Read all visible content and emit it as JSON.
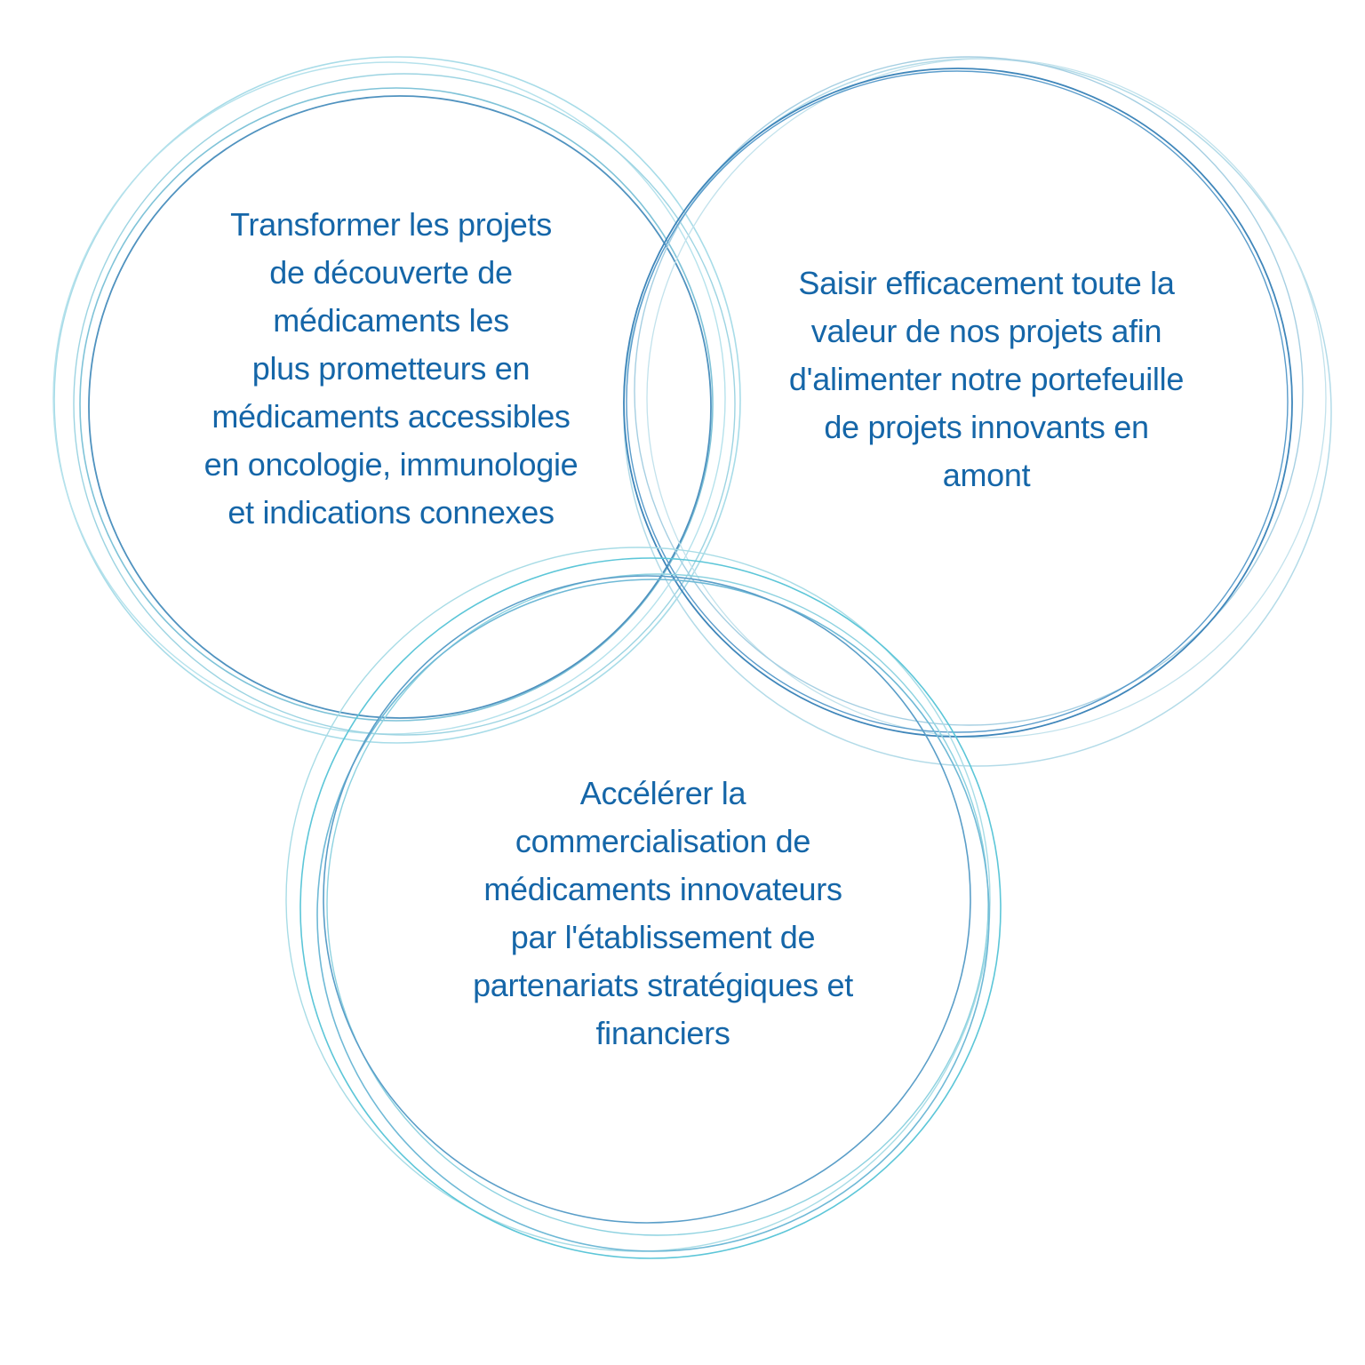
{
  "colors": {
    "text": "#1566a8",
    "stroke_dark": "#4a8fc0",
    "stroke_light": "#9fd6e4",
    "stroke_cyan": "#5cc6d8"
  },
  "circles": [
    {
      "id": "left",
      "lines": [
        "Transformer les projets",
        "de découverte de",
        "médicaments les",
        "plus prometteurs en",
        "médicaments accessibles",
        "en oncologie, immunologie",
        "et indications connexes"
      ]
    },
    {
      "id": "right",
      "lines": [
        "Saisir efficacement toute la",
        "valeur de nos projets afin",
        "d'alimenter notre portefeuille",
        "de projets innovants en",
        "amont"
      ]
    },
    {
      "id": "bottom",
      "lines": [
        "Accélérer la",
        "commercialisation de",
        "médicaments innovateurs",
        "par l'établissement de",
        "partenariats stratégiques et",
        "financiers"
      ]
    }
  ]
}
